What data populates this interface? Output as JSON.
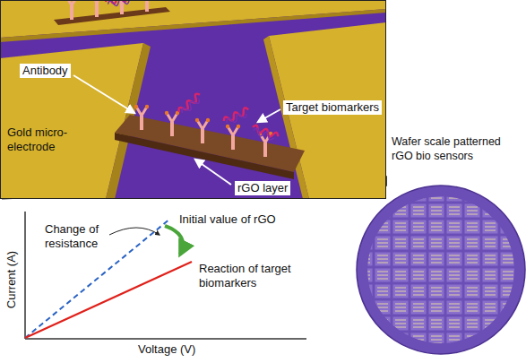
{
  "diagram": {
    "labels": [
      "Antibody",
      "Target biomarkers",
      "rGO layer",
      "Gold micro-electrode",
      "Wafer scale patterned rGO bio sensors",
      "Change of resistance",
      "Initial value of rGO",
      "Reaction of target biomarkers",
      "Current (A)",
      "Voltage (V)"
    ]
  }
}
